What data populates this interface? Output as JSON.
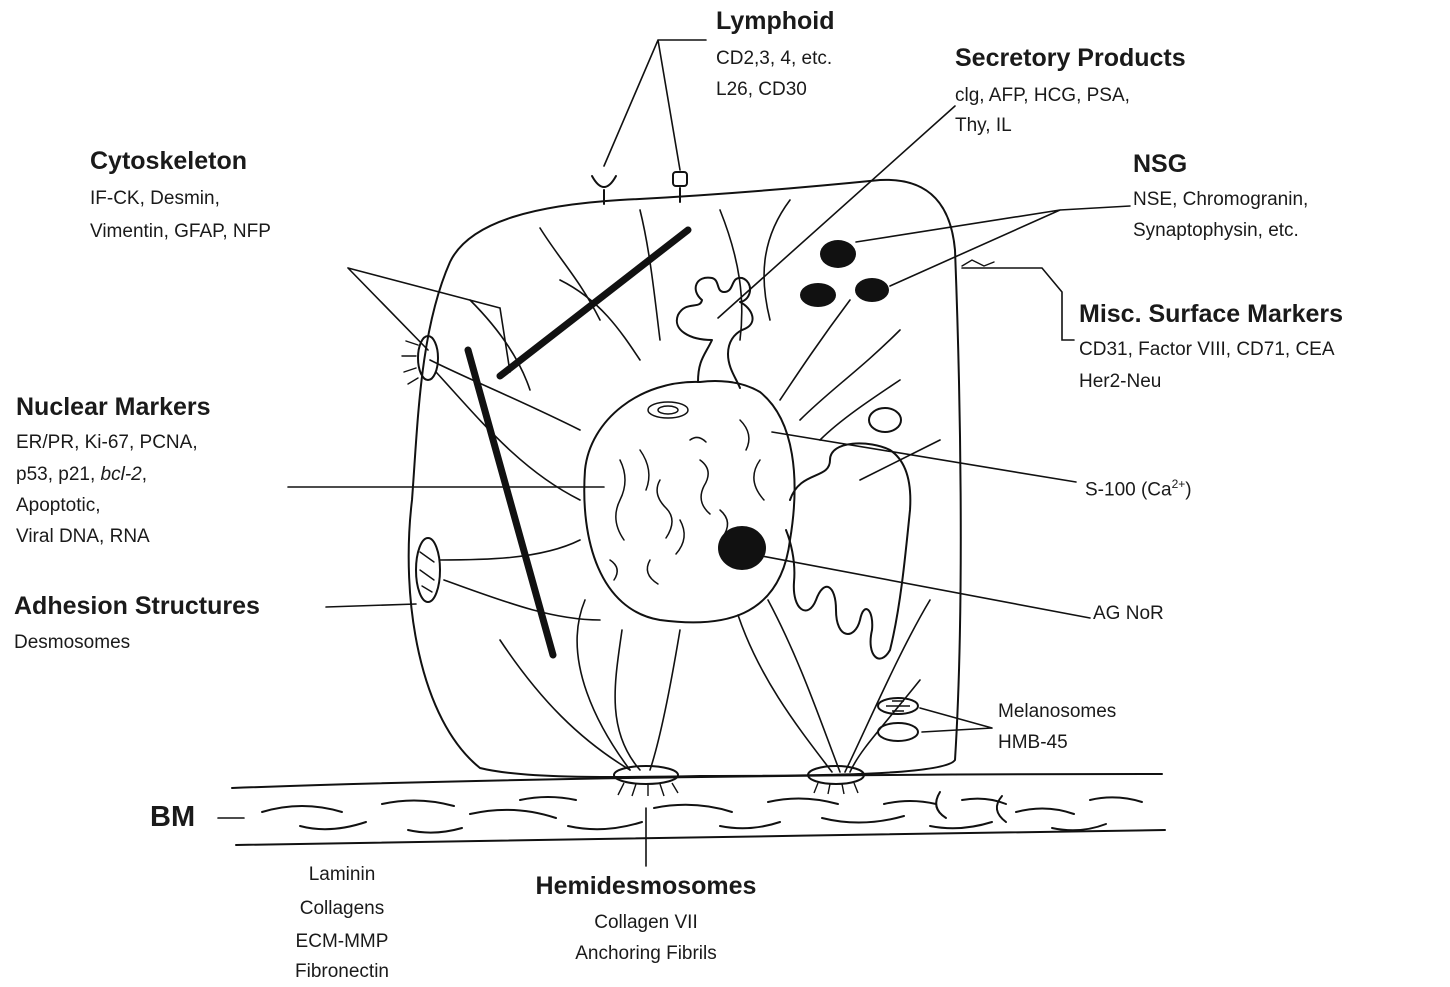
{
  "lymphoid": {
    "title": "Lymphoid",
    "line1": "CD2,3, 4, etc.",
    "line2": "L26, CD30"
  },
  "secretory": {
    "title": "Secretory Products",
    "line1": "clg, AFP, HCG, PSA,",
    "line2": "Thy, IL"
  },
  "cytoskeleton": {
    "title": "Cytoskeleton",
    "line1": "IF-CK, Desmin,",
    "line2": "Vimentin, GFAP, NFP"
  },
  "nsg": {
    "title": "NSG",
    "line1": "NSE, Chromogranin,",
    "line2": "Synaptophysin, etc."
  },
  "misc_surface": {
    "title": "Misc. Surface Markers",
    "line1": "CD31, Factor VIII, CD71, CEA",
    "line2": "Her2-Neu"
  },
  "nuclear": {
    "title": "Nuclear Markers",
    "line1": "ER/PR, Ki-67, PCNA,",
    "line2_prefix": "p53, p21, ",
    "line2_italic": "bcl-2",
    "line2_suffix": ",",
    "line3": "Apoptotic,",
    "line4": "Viral DNA, RNA"
  },
  "s100": {
    "prefix": "S-100 (Ca",
    "superscript": "2+",
    "suffix": ")"
  },
  "adhesion": {
    "title": "Adhesion Structures",
    "line1": "Desmosomes"
  },
  "agnor": {
    "label": "AG NoR"
  },
  "melanosomes": {
    "line1": "Melanosomes",
    "line2": "HMB-45"
  },
  "bm": {
    "label": "BM",
    "items": [
      "Laminin",
      "Collagens",
      "ECM-MMP",
      "Fibronectin"
    ]
  },
  "hemidesmosomes": {
    "title": "Hemidesmosomes",
    "line1": "Collagen VII",
    "line2": "Anchoring Fibrils"
  }
}
